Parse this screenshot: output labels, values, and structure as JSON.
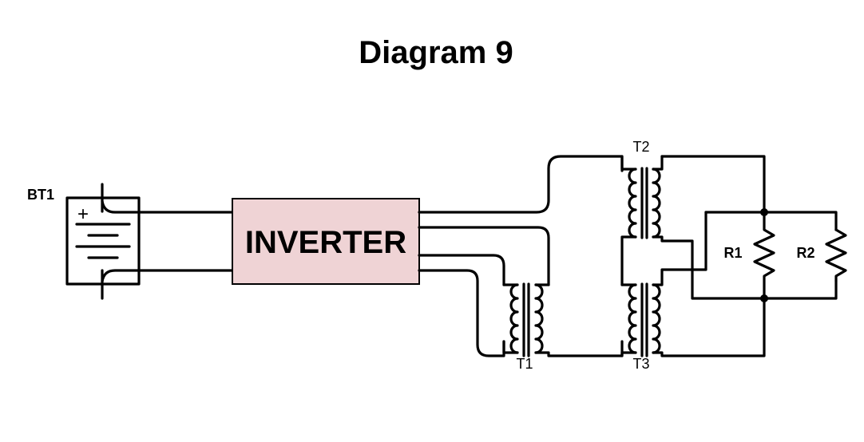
{
  "title": "Diagram 9",
  "components": {
    "battery": {
      "label": "BT1",
      "polarity_symbol": "+"
    },
    "inverter": {
      "label": "INVERTER",
      "fill_color": "#efd3d5"
    },
    "transformers": [
      {
        "label": "T1"
      },
      {
        "label": "T2"
      },
      {
        "label": "T3"
      }
    ],
    "resistors": [
      {
        "label": "R1"
      },
      {
        "label": "R2"
      }
    ]
  },
  "colors": {
    "wire": "#000000",
    "inverter_fill": "#efd3d5",
    "background": "#ffffff"
  }
}
